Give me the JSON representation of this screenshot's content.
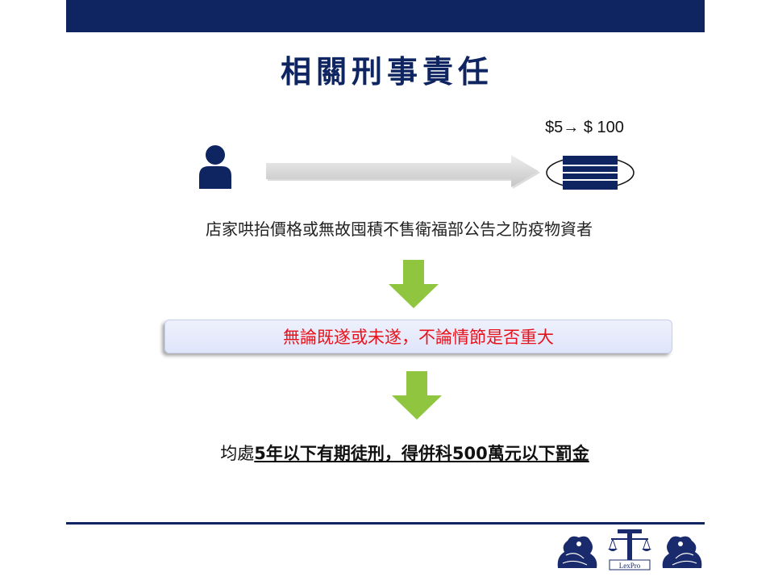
{
  "title": "相關刑事責任",
  "price_change": "$5→ $ 100",
  "description": "店家哄抬價格或無故囤積不售衛福部公告之防疫物資者",
  "condition": "無論既遂或未遂，不論情節是否重大",
  "penalty": {
    "prefix": "均處",
    "emphasis": "5年以下有期徒刑，得併科500萬元以下罰金"
  },
  "logo": {
    "text": "LexPro"
  },
  "colors": {
    "navy": "#0f2561",
    "arrow_green": "#8fc53f",
    "condition_red": "#e8121c",
    "gray_arrow": "#d6d6d6"
  }
}
